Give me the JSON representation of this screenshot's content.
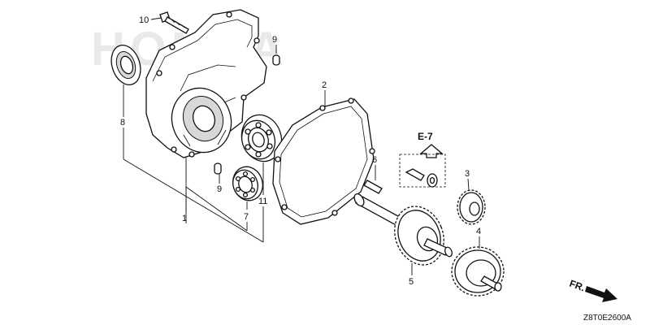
{
  "watermark": "HONDA",
  "reference": {
    "arrow_text": "E-7"
  },
  "direction_label": "FR.",
  "diagram_code": "Z8T0E2600A",
  "callouts": {
    "p1": "1",
    "p2": "2",
    "p3": "3",
    "p4": "4",
    "p5": "5",
    "p6": "6",
    "p7": "7",
    "p8": "8",
    "p9a": "9",
    "p9b": "9",
    "p10": "10",
    "p11": "11"
  }
}
